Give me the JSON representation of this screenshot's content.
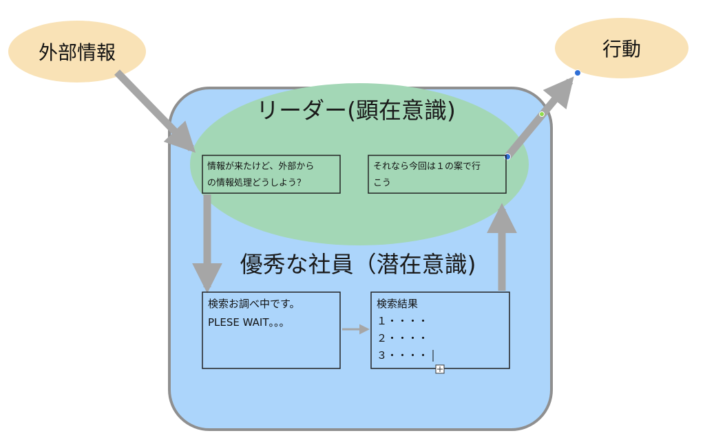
{
  "diagram": {
    "input_node": {
      "label": "外部情報"
    },
    "output_node": {
      "label": "行動"
    },
    "conscious_area": {
      "title": "リーダー(顕在意識)"
    },
    "subconscious_area": {
      "title": "優秀な社員（潜在意識)"
    },
    "leader_box_left": {
      "lines": [
        "情報が来たけど、外部から",
        "の情報処理どうしよう？"
      ]
    },
    "leader_box_right": {
      "lines": [
        "それなら今回は１の案で行",
        "こう"
      ]
    },
    "staff_box_left": {
      "lines": [
        "検索お調べ中です。",
        "PLESE WAIT。。。"
      ]
    },
    "staff_box_right": {
      "lines": [
        "検索結果",
        "１・・・・",
        "２・・・・",
        "３・・・・"
      ]
    }
  },
  "colors": {
    "ellipse_node": "#f9e2b6",
    "outer_panel": "#acd5fb",
    "outer_border": "#8f8f8f",
    "leader_ellipse": "#a3d7b6",
    "arrow": "#a6a6a6",
    "box_border": "#222222",
    "handle_blue": "#2f6fd6",
    "handle_green": "#8fdc4a"
  }
}
